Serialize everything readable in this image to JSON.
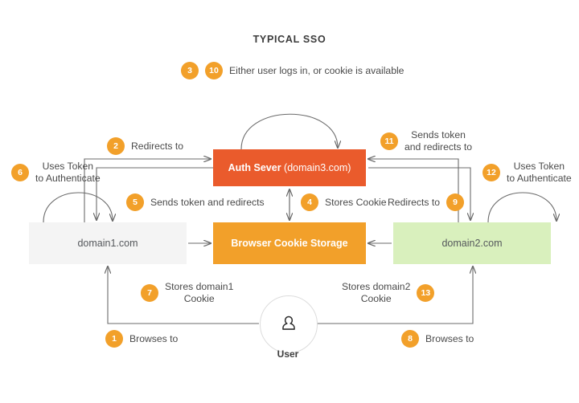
{
  "title": "TYPICAL SSO",
  "colors": {
    "auth_box": "#ea5b2c",
    "cookie_box": "#f2a02a",
    "domain1_box": "#f4f4f4",
    "domain2_box": "#d9f0bd",
    "badge": "#f2a02a",
    "arrow": "#6b6b6b",
    "text": "#4a4a4a"
  },
  "nodes": {
    "auth": {
      "label_bold": "Auth Sever",
      "label_plain": " (domain3.com)"
    },
    "domain1": {
      "label": "domain1.com"
    },
    "cookie": {
      "label": "Browser Cookie Storage"
    },
    "domain2": {
      "label": "domain2.com"
    },
    "user": {
      "label": "User",
      "icon": "user-icon"
    }
  },
  "steps": {
    "s1": {
      "badge": "1",
      "text": "Browses to"
    },
    "s2": {
      "badge": "2",
      "text": "Redirects to"
    },
    "s3": {
      "badge": "3",
      "badge2": "10",
      "text": "Either user logs in, or cookie is available"
    },
    "s4": {
      "badge": "4",
      "text": "Stores Cookie"
    },
    "s5": {
      "badge": "5",
      "text": "Sends token and redirects"
    },
    "s6": {
      "badge": "6",
      "text": "Uses Token\nto Authenticate"
    },
    "s7": {
      "badge": "7",
      "text": "Stores domain1\nCookie"
    },
    "s8": {
      "badge": "8",
      "text": "Browses to"
    },
    "s9": {
      "badge": "9",
      "text": "Redirects to"
    },
    "s11": {
      "badge": "11",
      "text": "Sends token\nand redirects to"
    },
    "s12": {
      "badge": "12",
      "text": "Uses Token\nto Authenticate"
    },
    "s13": {
      "badge": "13",
      "text": "Stores domain2\nCookie"
    }
  }
}
